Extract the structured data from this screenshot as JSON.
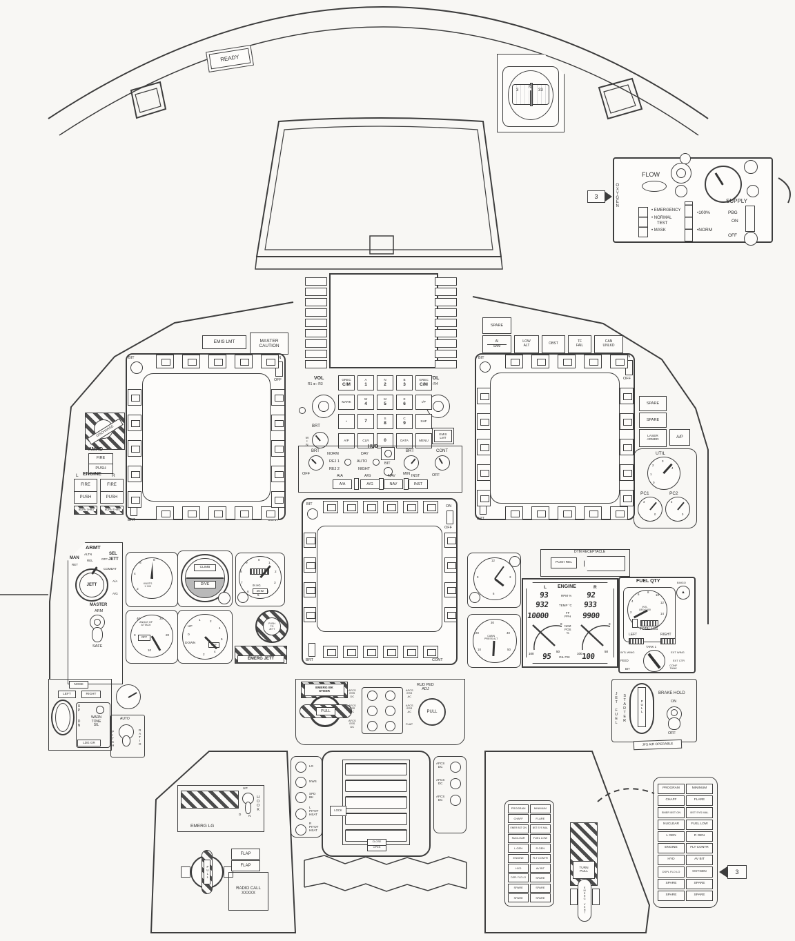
{
  "ready": "READY",
  "compass": {
    "t1": "3",
    "t2": "N",
    "t3": "33"
  },
  "oxygen": {
    "balloon": "3",
    "vertical": "OXYGEN",
    "flow": "FLOW",
    "supply": "SUPPLY",
    "emergency": "• EMERGENCY",
    "normal": "• NORMAL",
    "test": "TEST",
    "mask": "• MASK",
    "pct": "•100%",
    "norm": "•NORM",
    "pbg": "PBG",
    "on": "ON",
    "off": "OFF"
  },
  "placards": {
    "emis_lmt": "EMIS LMT",
    "master_caution": "MASTER\nCAUTION"
  },
  "mpd": {
    "bit": "BIT",
    "on": "ON",
    "off": "OFF",
    "brt": "BRT",
    "cont": "CONT"
  },
  "fire": {
    "discharge": "DISCHARGE",
    "amad": "AMAD",
    "fire": "FIRE",
    "push": "PUSH",
    "l": "L",
    "engine": "ENGINE",
    "r": "R",
    "burn_thru": "BURN THRU"
  },
  "ufc": {
    "vol": "VOL",
    "vol_l_sub": "R1 ●○ R3",
    "vol_r_sub": "R2 ●○ R4",
    "brt": "BRT",
    "min": "MIN",
    "keys": [
      [
        "GREC",
        "C/M"
      ],
      [
        "A",
        "1"
      ],
      [
        "N",
        "2"
      ],
      [
        "B",
        "3"
      ],
      [
        "GREC",
        "C/M"
      ],
      [
        "MARK",
        ""
      ],
      [
        "W",
        "4"
      ],
      [
        "M",
        "5"
      ],
      [
        "E",
        "6"
      ],
      [
        "I/P",
        ""
      ],
      [
        "•",
        ""
      ],
      [
        "",
        "7"
      ],
      [
        "S",
        "8"
      ],
      [
        "C",
        "9"
      ],
      [
        "SHF",
        ""
      ],
      [
        "A/P",
        ""
      ],
      [
        "CLR",
        ""
      ],
      [
        "",
        "0"
      ],
      [
        "DATA",
        ""
      ],
      [
        "MENU",
        ""
      ]
    ],
    "emis_lmt": "EMIS\nLMT"
  },
  "hud": {
    "brt": "BRT",
    "off": "OFF",
    "norm": "NORM",
    "rej1": "REJ 1",
    "rej2": "REJ 2",
    "title": "HUD",
    "day": "DAY",
    "auto": "AUTO",
    "night": "NIGHT",
    "bit": "BIT",
    "brt2": "BRT",
    "cont": "CONT",
    "off2": "OFF",
    "min": "MIN",
    "aa": "A/A",
    "ag": "A/G",
    "nav": "NAV",
    "inst": "INST"
  },
  "warn": {
    "spare": "SPARE",
    "ai": "AI",
    "sam": "SAM",
    "low_alt": "LOW\nALT",
    "obst": "OBST",
    "tf_fail": "TF\nFAIL",
    "can_unlkd": "CAN\nUNLKD"
  },
  "stack": {
    "spare1": "SPARE",
    "spare2": "SPARE",
    "laser": "LASER\nARMED",
    "ap": "A/P",
    "util": "UTIL",
    "pc1": "PC1",
    "pc2": "PC2",
    "util_ticks": [
      "0",
      "1",
      "2",
      "3",
      "4"
    ],
    "pc_hi": "3",
    "pc_lo": "0"
  },
  "armt": {
    "title": "ARMT",
    "man": "MAN",
    "ret": "RET",
    "altn": "ALTN",
    "rel": "REL",
    "off": "OFF",
    "sel": "SEL",
    "jett": "JETT",
    "combat": "COMBAT",
    "aa": "A/A",
    "ag": "A/G",
    "knob": "JETT",
    "master": "MASTER",
    "arm": "ARM",
    "safe": "SAFE"
  },
  "gauges": {
    "airspeed": {
      "ticks": [
        "2",
        "4",
        "6",
        "8"
      ],
      "label": "KNOTS\nX 100"
    },
    "adi": {
      "climb": "CLIMB",
      "dive": "DIVE"
    },
    "alt": {
      "ticks": [
        "0",
        "1",
        "2",
        "3",
        "4",
        "5",
        "6",
        "7",
        "8",
        "9"
      ],
      "unit": "IN HG",
      "kollsman": "29.92"
    },
    "aoa": {
      "label": "ANGLE OF\nATTACK",
      "off": "OFF",
      "t0": "0",
      "t10": "10",
      "t20": "20",
      "t30": "30",
      "t40": "40"
    },
    "vvi": {
      "up": "UP",
      "zero": "0",
      "down": "DOWN",
      "off": "OFF",
      "t1": "1",
      "t2": "2",
      "t4": "4",
      "t6": "6",
      "b4": "4",
      "b2": "2"
    },
    "ptj": "PUSH\nTO\nJETT",
    "emerg_jett": "EMERG JETT",
    "clock": {
      "t12": "12",
      "t3": "3",
      "t6": "6",
      "t9": "9"
    },
    "cabin": {
      "label": "CABIN\nPRESS ALT",
      "t10": "10",
      "t20": "20",
      "t30": "30",
      "t40": "40",
      "t50": "50"
    }
  },
  "dtm": {
    "title": "DTM RECEPTACLE",
    "push_rel": "PUSH REL"
  },
  "engine": {
    "l": "L",
    "title": "ENGINE",
    "r": "R",
    "rpm_l": "93",
    "rpm": "RPM %",
    "rpm_r": "92",
    "temp_l": "932",
    "temp": "TEMP °C",
    "temp_r": "933",
    "ff_l": "10000",
    "ff": "FF\nPPH",
    "ff_r": "9900",
    "noz": "NOZ\nPOS\n%",
    "z": "0",
    "f": "50",
    "h": "100",
    "oil_l": "95",
    "oil": "OIL PSI",
    "oil_r": "100"
  },
  "fuel": {
    "title": "FUEL QTY",
    "bingo": "BINGO",
    "center": "INTL\nLBS×1000",
    "ticks": [
      "2",
      "4",
      "6",
      "8",
      "10",
      "12",
      "14"
    ],
    "total": "TOTAL LBS",
    "left": "LEFT",
    "right": "RIGHT",
    "tank1": "TANK 1",
    "intl_wing": "INTL WING",
    "feed": "FEED",
    "bit": "BIT",
    "ext_wing": "EXT WING",
    "ext_ctr": "EXT CTR",
    "conf": "CONF\nTANK"
  },
  "brk": {
    "emerg": "EMERG BK\nSTEER",
    "pull": "PULL",
    "rud": "RUD PED\nADJ",
    "pull2": "PULL",
    "cb_l": [
      "AFCS\nESS\nDC",
      "AFCS\nESS\nDC",
      "AFCS\nESS\nDC"
    ],
    "cb_r": [
      "AFCS\nESS\nAC",
      "AFCS\nESS\nAC",
      "FLAP"
    ]
  },
  "gear": {
    "nose": "NOSE",
    "left": "LEFT",
    "right": "RIGHT",
    "up": "UP",
    "dn": "DN",
    "warn": "WARN\nTONE\nSIL",
    "ldg": "LDG GR",
    "auto": "AUTO",
    "pitch": "PITCH",
    "ratio": "RATIO"
  },
  "jfs": {
    "jet_fuel": "JET FUEL",
    "starter": "STARTER",
    "pull": "PULL",
    "brake_hold": "BRAKE HOLD",
    "on": "ON",
    "off": "OFF",
    "placard": "JFS AIR OPERABLE"
  },
  "cb2": {
    "left": [
      "LG",
      "NWS",
      "SPD\nBK",
      "L\nPITOT\nHEAT",
      "R\nPITOT\nHEAT"
    ],
    "right": [
      "AFCS\nDC",
      "AFCS\nDC",
      "AFCS\nDC"
    ],
    "lock": "LOCK",
    "close": "CLOSE",
    "open": "OPEN"
  },
  "hook": {
    "up": "UP",
    "d": "D",
    "n": "N",
    "hook": "HOOK",
    "emerg_lg": "EMERG LG",
    "flap1": "FLAP",
    "flap2": "FLAP",
    "radio": "RADIO CALL\nXXXXX",
    "pull": "PULL"
  },
  "vent": {
    "turn": "TURN",
    "pull": "PULL",
    "label": "EMERG VENT"
  },
  "caution_small": {
    "rows": [
      [
        "PROGRAM",
        "MINIMUM"
      ],
      [
        "CHAFF",
        "FLARE"
      ],
      [
        "EMER BST ON",
        "BST SYS MAL"
      ],
      [
        "NUCLEAR",
        "FUEL LOW"
      ],
      [
        "L GEN",
        "R GEN"
      ],
      [
        "ENGINE",
        "FLT CONTR"
      ],
      [
        "HYD",
        "AV BIT"
      ],
      [
        "DSPL FLO LO",
        "SPARE"
      ],
      [
        "SPARE",
        "SPARE"
      ],
      [
        "SPARE",
        "SPARE"
      ]
    ]
  },
  "caution_large": {
    "balloon": "3",
    "rows": [
      [
        "PROGRAM",
        "MINIMUM"
      ],
      [
        "CHAFF",
        "FLARE"
      ],
      [
        "EMER BST ON",
        "BST SYS MAL"
      ],
      [
        "NUCLEAR",
        "FUEL LOW"
      ],
      [
        "L GEN",
        "R GEN"
      ],
      [
        "ENGINE",
        "FLT CONTR"
      ],
      [
        "HYD",
        "AV BIT"
      ],
      [
        "DSPL FLO LO",
        "OXYGEN"
      ],
      [
        "SPARE",
        "SPARE"
      ],
      [
        "SPARE",
        "SPARE"
      ]
    ]
  }
}
